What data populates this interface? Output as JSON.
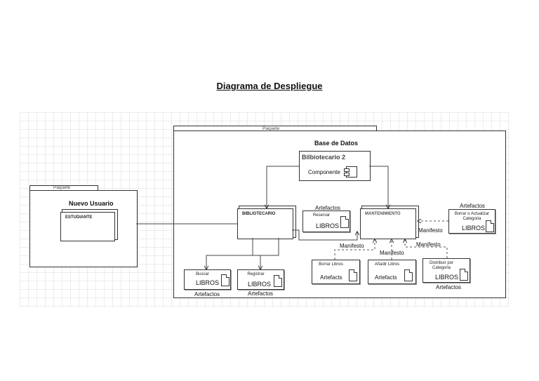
{
  "title": "Diagrama de Despliegue",
  "pkg_outer": {
    "tab": "Paquete",
    "label": "Base de Datos"
  },
  "pkg_left": {
    "tab": "Paquete",
    "label": "Nuevo Usuario"
  },
  "estudiante": "ESTUDIANTE",
  "bibliotecario2": {
    "name": "Bilbiotecario 2",
    "sub": "Componente"
  },
  "bibliotecario": "BIBLIOTECARIO",
  "mantenimiento": "MANTENIMIENTO",
  "artifacts": {
    "reservar": {
      "top": "Reservar",
      "main": "LIBROS",
      "caption": "Artefactos"
    },
    "borrar_actualizar": {
      "top": "Borrar o Actualizar Categoria",
      "main": "LIBROS",
      "caption": "Artefactos"
    },
    "buscar": {
      "top": "Buscar",
      "main": "LIBROS",
      "caption": "Artefactos"
    },
    "registrar": {
      "top": "Registrar",
      "main": "LIBROS",
      "caption": "Artefactos"
    },
    "borrar_libros": {
      "top": "Borrar  Libros",
      "main": "Artefacts"
    },
    "anadir_libros": {
      "top": "Añadir Libros",
      "main": "Artefacts"
    },
    "distribuir": {
      "top": "Distribuir por Categoria",
      "main": "LIBROS",
      "caption": "Artefactos"
    }
  },
  "manifest": {
    "right": "Manifesto",
    "left": "Manifesto",
    "mid": "Manifesto",
    "far": "Manifesto"
  }
}
